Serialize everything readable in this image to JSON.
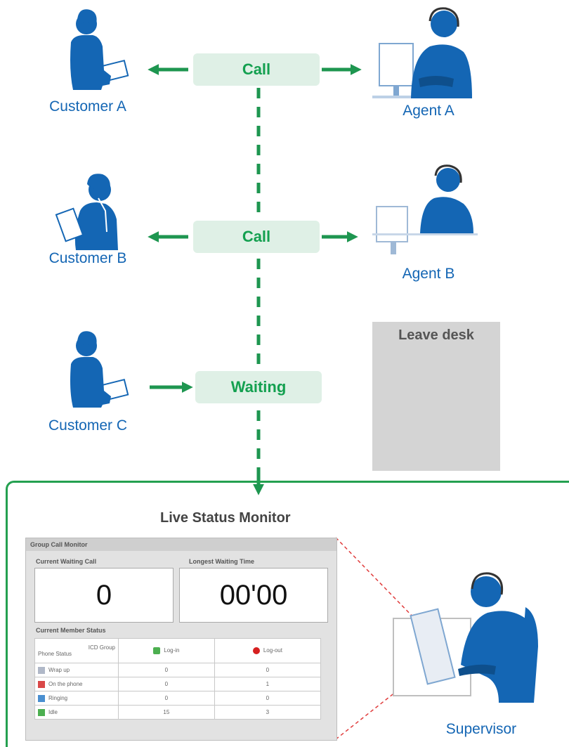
{
  "customers": [
    {
      "label": "Customer A"
    },
    {
      "label": "Customer B"
    },
    {
      "label": "Customer C"
    }
  ],
  "agents": [
    {
      "label": "Agent A"
    },
    {
      "label": "Agent B"
    }
  ],
  "states": {
    "call_a": "Call",
    "call_b": "Call",
    "waiting": "Waiting"
  },
  "leave_desk": "Leave desk",
  "monitor": {
    "title": "Live Status Monitor",
    "panel_title": "Group Call Monitor",
    "waiting_call_label": "Current Waiting Call",
    "waiting_call_value": "0",
    "longest_wait_label": "Longest Waiting Time",
    "longest_wait_value": "00'00",
    "member_status_label": "Current Member Status",
    "corner_top": "ICD Group",
    "corner_bottom": "Phone Status",
    "col_login": "Log-in",
    "col_logout": "Log-out",
    "rows": [
      {
        "status": "Wrap up",
        "login": "0",
        "logout": "0"
      },
      {
        "status": "On the phone",
        "login": "0",
        "logout": "1"
      },
      {
        "status": "Ringing",
        "login": "0",
        "logout": "0"
      },
      {
        "status": "Idle",
        "login": "15",
        "logout": "3"
      }
    ]
  },
  "supervisor": {
    "label": "Supervisor"
  },
  "colors": {
    "person": "#1466b4",
    "arrow": "#1e9650",
    "state_bg": "#dff0e6",
    "state_text": "#14a050",
    "leave_bg": "#d4d4d4",
    "zoom_line": "#e03c3c"
  }
}
